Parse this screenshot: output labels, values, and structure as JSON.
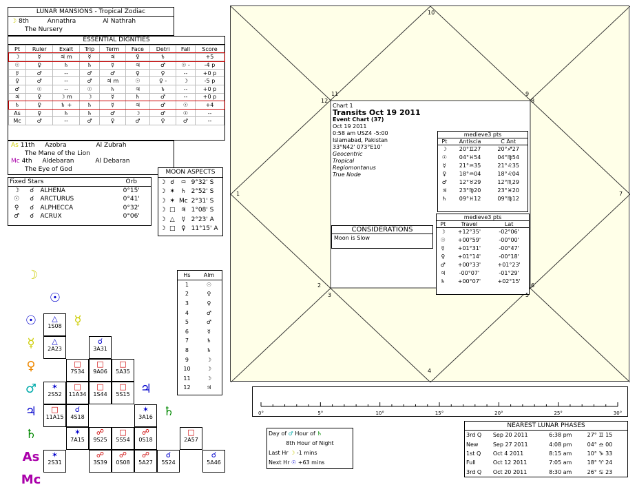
{
  "lunar_mansions": {
    "title": "LUNAR MANSIONS - Tropical Zodiac",
    "row1": {
      "num": "8th",
      "name": "Annathra",
      "arabic": "Al Nathrah",
      "meaning": "The Nursery"
    }
  },
  "essential_dignities": {
    "title": "ESSENTIAL DIGNITIES",
    "headers": [
      "Pt",
      "Ruler",
      "Exalt",
      "Trip",
      "Term",
      "Face",
      "Detri",
      "Fall",
      "Score"
    ],
    "rows": [
      [
        "☽",
        "☿",
        "♃ m",
        "☿",
        "♃",
        "♀",
        "♄",
        "",
        "+5"
      ],
      [
        "☉",
        "♀",
        "♄",
        "♄",
        "☿",
        "♃",
        "♂",
        "☉ -",
        "-4 p"
      ],
      [
        "☿",
        "♂",
        "--",
        "♂",
        "♂",
        "♀",
        "♀",
        "--",
        "+0 p"
      ],
      [
        "♀",
        "♂",
        "--",
        "♂",
        "♃ m",
        "☉",
        "♀ -",
        "☽",
        "-5 p"
      ],
      [
        "♂",
        "☉",
        "--",
        "☉",
        "♄",
        "♃",
        "♄",
        "--",
        "+0 p"
      ],
      [
        "♃",
        "♀",
        "☽ m",
        "☽",
        "☿",
        "♄",
        "♂",
        "--",
        "+0 p"
      ],
      [
        "♄",
        "♀",
        "♄ +",
        "♄",
        "☿",
        "♃",
        "♂",
        "☉",
        "+4"
      ],
      [
        "As",
        "♀",
        "♄",
        "♄",
        "♂",
        "☽",
        "♂",
        "☉",
        "--"
      ],
      [
        "Mc",
        "♂",
        "--",
        "♂",
        "♀",
        "♂",
        "♀",
        "♂",
        "--"
      ]
    ]
  },
  "lunar_mansions2": {
    "row1": {
      "num": "11th",
      "name": "Azobra",
      "arabic": "Al Zubrah",
      "meaning": "The Mane of the Lion"
    },
    "row2": {
      "num": "4th",
      "name": "Aldebaran",
      "arabic": "Al Debaran",
      "meaning": "The Eye of God"
    }
  },
  "fixed_stars": {
    "headers": [
      "Fixed Stars",
      "Orb"
    ],
    "rows": [
      {
        "pt": "☽",
        "asp": "☌",
        "name": "ALHENA",
        "orb": "0°15'"
      },
      {
        "pt": "☉",
        "asp": "☌",
        "name": "ARCTURUS",
        "orb": "0°41'"
      },
      {
        "pt": "♀",
        "asp": "☌",
        "name": "ALPHECCA",
        "orb": "0°32'"
      },
      {
        "pt": "♂",
        "asp": "☌",
        "name": "ACRUX",
        "orb": "0°06'"
      }
    ]
  },
  "moon_aspects": {
    "title": "MOON ASPECTS",
    "rows": [
      [
        "☽",
        "☌",
        "♒",
        "9°32' S"
      ],
      [
        "☽",
        "✶",
        "♄",
        "2°52' S"
      ],
      [
        "☽",
        "✶",
        "Mc",
        "2°31' S"
      ],
      [
        "☽",
        "□",
        "♃",
        "1°08' S"
      ],
      [
        "☽",
        "△",
        "☿",
        "2°23' A"
      ],
      [
        "☽",
        "□",
        "♀",
        "11°15' A"
      ]
    ]
  },
  "chart": {
    "chart_label": "Chart 1",
    "title": "Transits Oct 19 2011",
    "subtitle": "Event Chart (37)",
    "date": "Oct 19 2011",
    "time": "0:58 am  USZ4 -5:00",
    "place": "Islamabad, Pakistan",
    "coords": "33°N42' 073°E10'",
    "system1": "Geocentric",
    "system2": "Tropical",
    "system3": "Regiomontanus",
    "system4": "True Node",
    "considerations_title": "CONSIDERATIONS",
    "considerations_text": "Moon is Slow",
    "house_numbers": [
      "10",
      "11",
      "12",
      "1",
      "2",
      "3",
      "4",
      "5",
      "6",
      "7",
      "8",
      "9"
    ]
  },
  "antiscia": {
    "title": "medieve3 pts",
    "headers": [
      "Pt",
      "Antiscia",
      "C Ant"
    ],
    "rows": [
      [
        "☽",
        "20°♊27",
        "20°♐27"
      ],
      [
        "☉",
        "04°♓54",
        "04°♍54"
      ],
      [
        "☿",
        "21°♒35",
        "21°♌35"
      ],
      [
        "♀",
        "18°♒04",
        "18°♌04"
      ],
      [
        "♂",
        "12°♉29",
        "12°♏29"
      ],
      [
        "♃",
        "23°♍20",
        "23°♓20"
      ],
      [
        "♄",
        "09°♓12",
        "09°♍12"
      ]
    ]
  },
  "travel": {
    "title": "medieve3 pts",
    "headers": [
      "Pt",
      "Travel",
      "Lat"
    ],
    "rows": [
      [
        "☽",
        "+12°35'",
        "-02°06'"
      ],
      [
        "☉",
        "+00°59'",
        "-00°00'"
      ],
      [
        "☿",
        "+01°31'",
        "-00°47'"
      ],
      [
        "♀",
        "+01°14'",
        "-00°18'"
      ],
      [
        "♂",
        "+00°33'",
        "+01°23'"
      ],
      [
        "♃",
        "-00°07'",
        "-01°29'"
      ],
      [
        "♄",
        "+00°07'",
        "+02°15'"
      ]
    ]
  },
  "aspect_grid": {
    "planets": [
      "☽",
      "☉",
      "☿",
      "♀",
      "♂",
      "♃",
      "♄",
      "As",
      "Mc"
    ],
    "cells": [
      {
        "r": 2,
        "c": 1,
        "sym": "△",
        "val": "1S08"
      },
      {
        "r": 3,
        "c": 1,
        "sym": "△",
        "val": "2A23"
      },
      {
        "r": 3,
        "c": 3,
        "sym": "☌",
        "val": "3A31"
      },
      {
        "r": 4,
        "c": 2,
        "sym": "□",
        "val": "7S34"
      },
      {
        "r": 4,
        "c": 3,
        "sym": "□",
        "val": "9A06"
      },
      {
        "r": 4,
        "c": 4,
        "sym": "□",
        "val": "5A35"
      },
      {
        "r": 5,
        "c": 1,
        "sym": "✶",
        "val": "2S52"
      },
      {
        "r": 5,
        "c": 2,
        "sym": "□",
        "val": "11A34"
      },
      {
        "r": 5,
        "c": 3,
        "sym": "□",
        "val": "1S44"
      },
      {
        "r": 5,
        "c": 4,
        "sym": "□",
        "val": "5S15"
      },
      {
        "r": 6,
        "c": 1,
        "sym": "□",
        "val": "11A15"
      },
      {
        "r": 6,
        "c": 2,
        "sym": "☌",
        "val": "4S18"
      },
      {
        "r": 6,
        "c": 5,
        "sym": "✶",
        "val": "3A16"
      },
      {
        "r": 7,
        "c": 2,
        "sym": "✶",
        "val": "7A15"
      },
      {
        "r": 7,
        "c": 3,
        "sym": "☍",
        "val": "9S25"
      },
      {
        "r": 7,
        "c": 4,
        "sym": "□",
        "val": "5S54"
      },
      {
        "r": 7,
        "c": 5,
        "sym": "☍",
        "val": "0S18"
      },
      {
        "r": 7,
        "c": 7,
        "sym": "□",
        "val": "2A57"
      },
      {
        "r": 8,
        "c": 1,
        "sym": "✶",
        "val": "2S31"
      },
      {
        "r": 8,
        "c": 3,
        "sym": "☍",
        "val": "3S39"
      },
      {
        "r": 8,
        "c": 4,
        "sym": "☍",
        "val": "0S08"
      },
      {
        "r": 8,
        "c": 5,
        "sym": "☍",
        "val": "5A27"
      },
      {
        "r": 8,
        "c": 6,
        "sym": "☌",
        "val": "5S24"
      },
      {
        "r": 8,
        "c": 8,
        "sym": "☌",
        "val": "5A46"
      }
    ]
  },
  "houses": {
    "headers": [
      "Hs",
      "Alm"
    ],
    "rows": [
      [
        "1",
        "☉"
      ],
      [
        "2",
        "♀"
      ],
      [
        "3",
        "♀"
      ],
      [
        "4",
        "♂"
      ],
      [
        "5",
        "♂"
      ],
      [
        "6",
        "☿"
      ],
      [
        "7",
        "♄"
      ],
      [
        "8",
        "♄"
      ],
      [
        "9",
        "☽"
      ],
      [
        "10",
        "☽"
      ],
      [
        "11",
        "☽"
      ],
      [
        "12",
        "♃"
      ]
    ]
  },
  "day_hour": {
    "day_label": "Day of",
    "hour_label": "Hour of",
    "hour_of_night": "8th Hour of Night",
    "last_hr_label": "Last Hr",
    "last_hr_value": "-1 mins",
    "next_hr_label": "Next Hr",
    "next_hr_value": "+63 mins"
  },
  "ruler": {
    "ticks": [
      "0°",
      "5°",
      "10°",
      "15°",
      "20°",
      "25°",
      "30°"
    ]
  },
  "lunar_phases": {
    "title": "NEAREST LUNAR PHASES",
    "rows": [
      [
        "3rd Q",
        "Sep 20 2011",
        "6:38 pm",
        "27° ♊ 15"
      ],
      [
        "New",
        "Sep 27 2011",
        "4:08 pm",
        "04° ♎ 00"
      ],
      [
        "1st Q",
        "Oct 4 2011",
        "8:15 am",
        "10° ♑ 33"
      ],
      [
        "Full",
        "Oct 12 2011",
        "7:05 am",
        "18° ♈ 24"
      ],
      [
        "3rd Q",
        "Oct 20 2011",
        "8:30 am",
        "26° ♋ 23"
      ]
    ]
  },
  "colors": {
    "accent": "#cc0000",
    "chart_bg": "#ffffe8",
    "grid_line": "#000000"
  }
}
